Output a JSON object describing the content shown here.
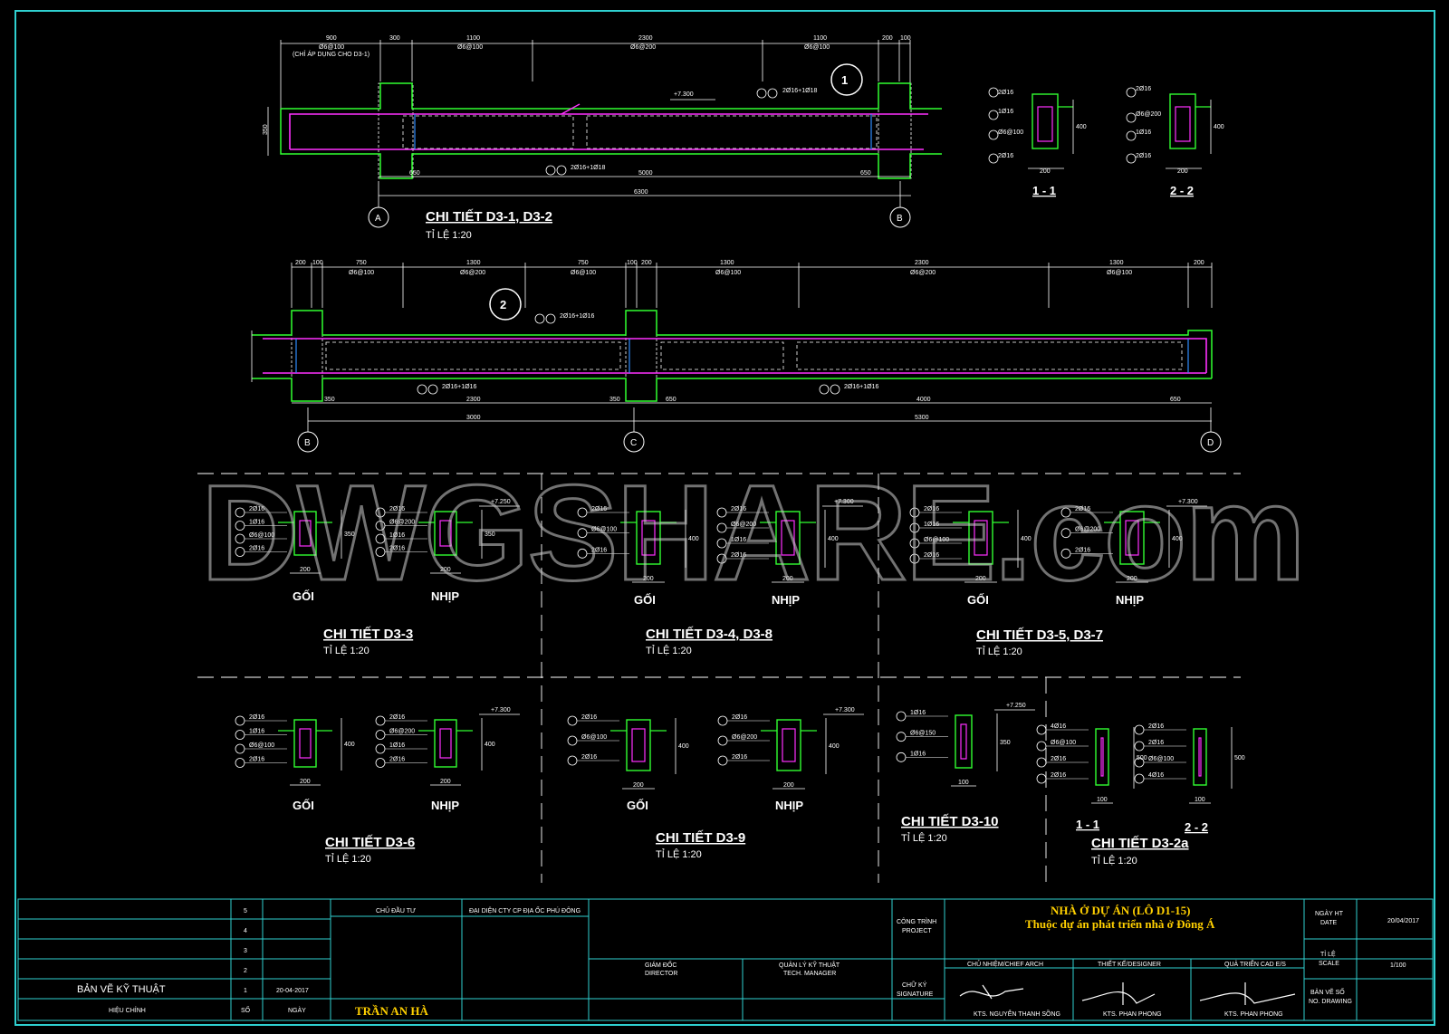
{
  "watermark": "DWGSHARE.com",
  "colors": {
    "frame": "#2fd0d0",
    "rebar": "#ff30ff",
    "concrete": "#30ff30",
    "dim": "#ffffff",
    "axis": "#ffffff"
  },
  "beam1": {
    "title": "CHI TIẾT D3-1, D3-2",
    "scale": "TỈ LỆ  1:20",
    "top_dims": [
      "900",
      "300",
      "1100",
      "2300",
      "1100",
      "200",
      "100"
    ],
    "stirrups": [
      "Ø6@100",
      "Ø6@100",
      "Ø6@200",
      "Ø6@100"
    ],
    "note": "(CHỈ ÁP DỤNG CHO D3-1)",
    "bottom_dims": [
      "650",
      "5000",
      "650"
    ],
    "overall": "6300",
    "height": "350",
    "level": "+7.300",
    "top_rebar": "2Ø16+1Ø18",
    "bot_rebar": "2Ø16+1Ø18",
    "axes": [
      "A",
      "B"
    ],
    "marker": "1"
  },
  "beam2": {
    "title": "",
    "top_dims": [
      "200",
      "100",
      "750",
      "1300",
      "750",
      "100",
      "200",
      "1300",
      "2300",
      "1300",
      "200"
    ],
    "stirrups": [
      "Ø6@100",
      "Ø6@200",
      "Ø6@100",
      "Ø6@100",
      "Ø6@200",
      "Ø6@100"
    ],
    "bottom_dims": [
      "350",
      "2300",
      "350",
      "650",
      "4000",
      "650"
    ],
    "overall": [
      "3000",
      "5300"
    ],
    "rebar_top": "2Ø16+1Ø16",
    "rebar_bot1": "2Ø16+1Ø16",
    "rebar_bot2": "2Ø16+1Ø16",
    "axes": [
      "B",
      "C",
      "D"
    ],
    "marker": "2"
  },
  "sections_top": {
    "s1": "1 - 1",
    "s2": "2 - 2",
    "s1_labels": [
      "2Ø16",
      "1Ø16",
      "Ø6@100",
      "2Ø16"
    ],
    "s2_labels": [
      "2Ø16",
      "Ø6@200",
      "1Ø16",
      "2Ø16"
    ],
    "w": "200",
    "h": "400"
  },
  "details": [
    {
      "title": "CHI TIẾT D3-3",
      "scale": "TỈ LỆ  1:20",
      "left": "GỐI",
      "right": "NHỊP"
    },
    {
      "title": "CHI TIẾT D3-4, D3-8",
      "scale": "TỈ LỆ  1:20",
      "left": "GỐI",
      "right": "NHỊP"
    },
    {
      "title": "CHI TIẾT D3-5, D3-7",
      "scale": "TỈ LỆ  1:20",
      "left": "GỐI",
      "right": "NHỊP"
    },
    {
      "title": "CHI TIẾT D3-6",
      "scale": "TỈ LỆ  1:20",
      "left": "GỐI",
      "right": "NHỊP"
    },
    {
      "title": "CHI TIẾT D3-9",
      "scale": "TỈ LỆ  1:20",
      "left": "GỐI",
      "right": "NHỊP"
    },
    {
      "title": "CHI TIẾT D3-10",
      "scale": "TỈ LỆ  1:20"
    },
    {
      "title": "CHI TIẾT D3-2a",
      "scale": "TỈ LỆ  1:20",
      "left": "1 - 1",
      "right": "2 - 2"
    }
  ],
  "labels": {
    "l2d16": "2Ø16",
    "l1d16": "1Ø16",
    "l6a100": "Ø6@100",
    "l6a200": "Ø6@200",
    "l6a150": "Ø6@150",
    "l4d16": "4Ø16",
    "w200": "200",
    "w100": "100",
    "h400": "400",
    "h350": "350",
    "h500": "500",
    "lvl1": "+7.250",
    "lvl2": "+7.300"
  },
  "title_block": {
    "rev_nums": [
      "5",
      "4",
      "3",
      "2",
      "1"
    ],
    "rev_date": "20-04-2017",
    "left_title": "BẢN VẼ KỸ THUẬT",
    "hieu_chinh": "HIỆU CHỈNH",
    "so": "SỐ",
    "ngay": "NGÀY",
    "chu_dau_tu": "CHỦ ĐẦU TƯ",
    "dai_dien": "ĐẠI DIỆN CTY CP ĐỊA ỐC PHÚ ĐÔNG",
    "giam_doc": "GIÁM ĐỐC",
    "director": "DIRECTOR",
    "quan_ly": "QUẢN LÝ KỸ THUẬT",
    "tech_manager": "TECH. MANAGER",
    "name": "TRẦN AN HÀ",
    "cong_trinh": "CÔNG TRÌNH",
    "project": "PROJECT",
    "chu_ky": "CHỮ KÝ",
    "signature": "SIGNATURE",
    "project_name": "NHÀ Ở DỰ ÁN (LÔ D1-15)",
    "project_sub": "Thuộc dự án phát triển nhà ở Đông Á",
    "chu_nhiem": "CHỦ NHIỆM/CHIEF ARCH",
    "thiet_ke": "THIẾT KẾ/DESIGNER",
    "qua_trien": "QUẢ TRIỂN CAD E/S",
    "person1": "KTS. NGUYỄN THANH SỒNG",
    "person2": "KTS. PHAN PHONG",
    "person3": "KTS. PHAN PHONG",
    "ngay_ht": "NGÀY HT",
    "date_lbl": "DATE",
    "date_val": "20/04/2017",
    "ti_le": "TỈ LỆ",
    "scale_lbl": "SCALE",
    "scale_val": "1/100",
    "ban_ve_so": "BẢN VẼ SỐ",
    "no_drawing": "NO. DRAWING"
  }
}
